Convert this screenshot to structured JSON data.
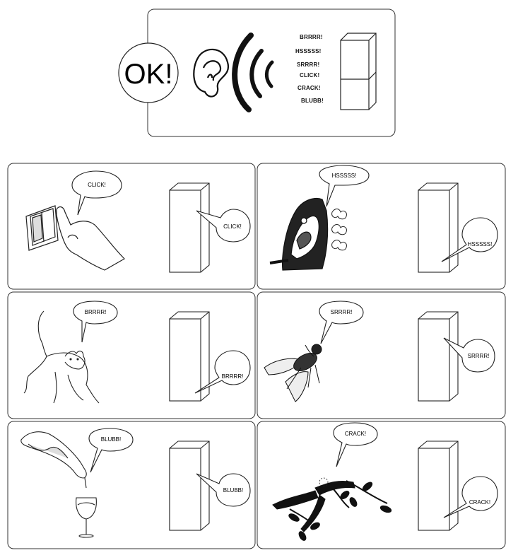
{
  "header": {
    "ok_label": "OK!",
    "sound_words": [
      "BRRRR!",
      "HSSSSS!",
      "SRRRR!",
      "CLICK!",
      "CRACK!",
      "BLUBB!"
    ]
  },
  "panels": [
    {
      "source": "light-switch",
      "source_sound": "CLICK!",
      "fridge_sound": "CLICK!"
    },
    {
      "source": "iron",
      "source_sound": "HSSSSS!",
      "fridge_sound": "HSSSSS!"
    },
    {
      "source": "cat",
      "source_sound": "BRRRR!",
      "fridge_sound": "BRRRR!"
    },
    {
      "source": "fly",
      "source_sound": "SRRRR!",
      "fridge_sound": "SRRRR!"
    },
    {
      "source": "wine-pour",
      "source_sound": "BLUBB!",
      "fridge_sound": "BLUBB!"
    },
    {
      "source": "branch",
      "source_sound": "CRACK!",
      "fridge_sound": "CRACK!"
    }
  ]
}
